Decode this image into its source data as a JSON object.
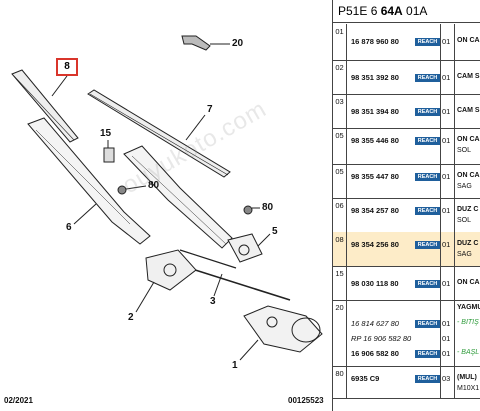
{
  "diagram": {
    "callouts": [
      {
        "id": "c20",
        "label": "20"
      },
      {
        "id": "c7",
        "label": "7"
      },
      {
        "id": "c15",
        "label": "15"
      },
      {
        "id": "c80a",
        "label": "80"
      },
      {
        "id": "c80b",
        "label": "80"
      },
      {
        "id": "c6",
        "label": "6"
      },
      {
        "id": "c5",
        "label": "5"
      },
      {
        "id": "c2",
        "label": "2"
      },
      {
        "id": "c3",
        "label": "3"
      },
      {
        "id": "c1",
        "label": "1"
      }
    ],
    "highlight_label": "8",
    "watermark": "ouyukoto.com",
    "footer_left": "02/2021",
    "footer_right": "00125523"
  },
  "panel": {
    "title_prefix": "P51E 6 ",
    "title_bold": "64A",
    "title_suffix": " 01A",
    "badge_text": "REACH",
    "rows": [
      {
        "idx": "01",
        "lines": [
          {
            "ref": "16 878 960 80",
            "badge": true,
            "qty": "01",
            "desc": "ÖN CA"
          }
        ]
      },
      {
        "idx": "02",
        "lines": [
          {
            "ref": "98 351 392 80",
            "badge": true,
            "qty": "01",
            "desc": "CAM S"
          }
        ]
      },
      {
        "idx": "03",
        "lines": [
          {
            "ref": "98 351 394 80",
            "badge": true,
            "qty": "01",
            "desc": "CAM S"
          }
        ]
      },
      {
        "idx": "05",
        "lines": [
          {
            "ref": "98 355 446 80",
            "badge": true,
            "qty": "01",
            "desc": "ÖN CA"
          },
          {
            "desc": "SOL"
          }
        ]
      },
      {
        "idx": "05",
        "lines": [
          {
            "ref": "98 355 447 80",
            "badge": true,
            "qty": "01",
            "desc": "ÖN CA"
          },
          {
            "desc": "SAĞ"
          }
        ]
      },
      {
        "idx": "06",
        "lines": [
          {
            "ref": "98 354 257 80",
            "badge": true,
            "qty": "01",
            "desc": "DÜZ C"
          },
          {
            "desc": "SOL"
          }
        ]
      },
      {
        "idx": "08",
        "lines": [
          {
            "ref": "98 354 256 80",
            "badge": true,
            "qty": "01",
            "desc": "DÜZ C"
          },
          {
            "desc": "SAĞ"
          }
        ]
      },
      {
        "idx": "15",
        "lines": [
          {
            "ref": "98 030 118 80",
            "badge": true,
            "qty": "01",
            "desc": "ÖN CA"
          }
        ]
      },
      {
        "idx": "20",
        "lines": [
          {
            "desc": "YAĞMU"
          },
          {
            "ref": "16 814 627 80",
            "badge": true,
            "qty": "01",
            "desc": "- BİTİŞ",
            "green": true,
            "italic": true
          },
          {
            "ref": "RP 16 906 582 80",
            "qty": "01",
            "italic": true
          },
          {
            "ref": "16 906 582 80",
            "badge": true,
            "qty": "01",
            "desc": "- BAŞL",
            "green": true
          }
        ]
      },
      {
        "idx": "80",
        "lines": [
          {
            "ref": "6935 C9",
            "badge": true,
            "qty": "03",
            "desc": "(MUL) "
          },
          {
            "desc": "M10X1"
          }
        ]
      }
    ]
  }
}
